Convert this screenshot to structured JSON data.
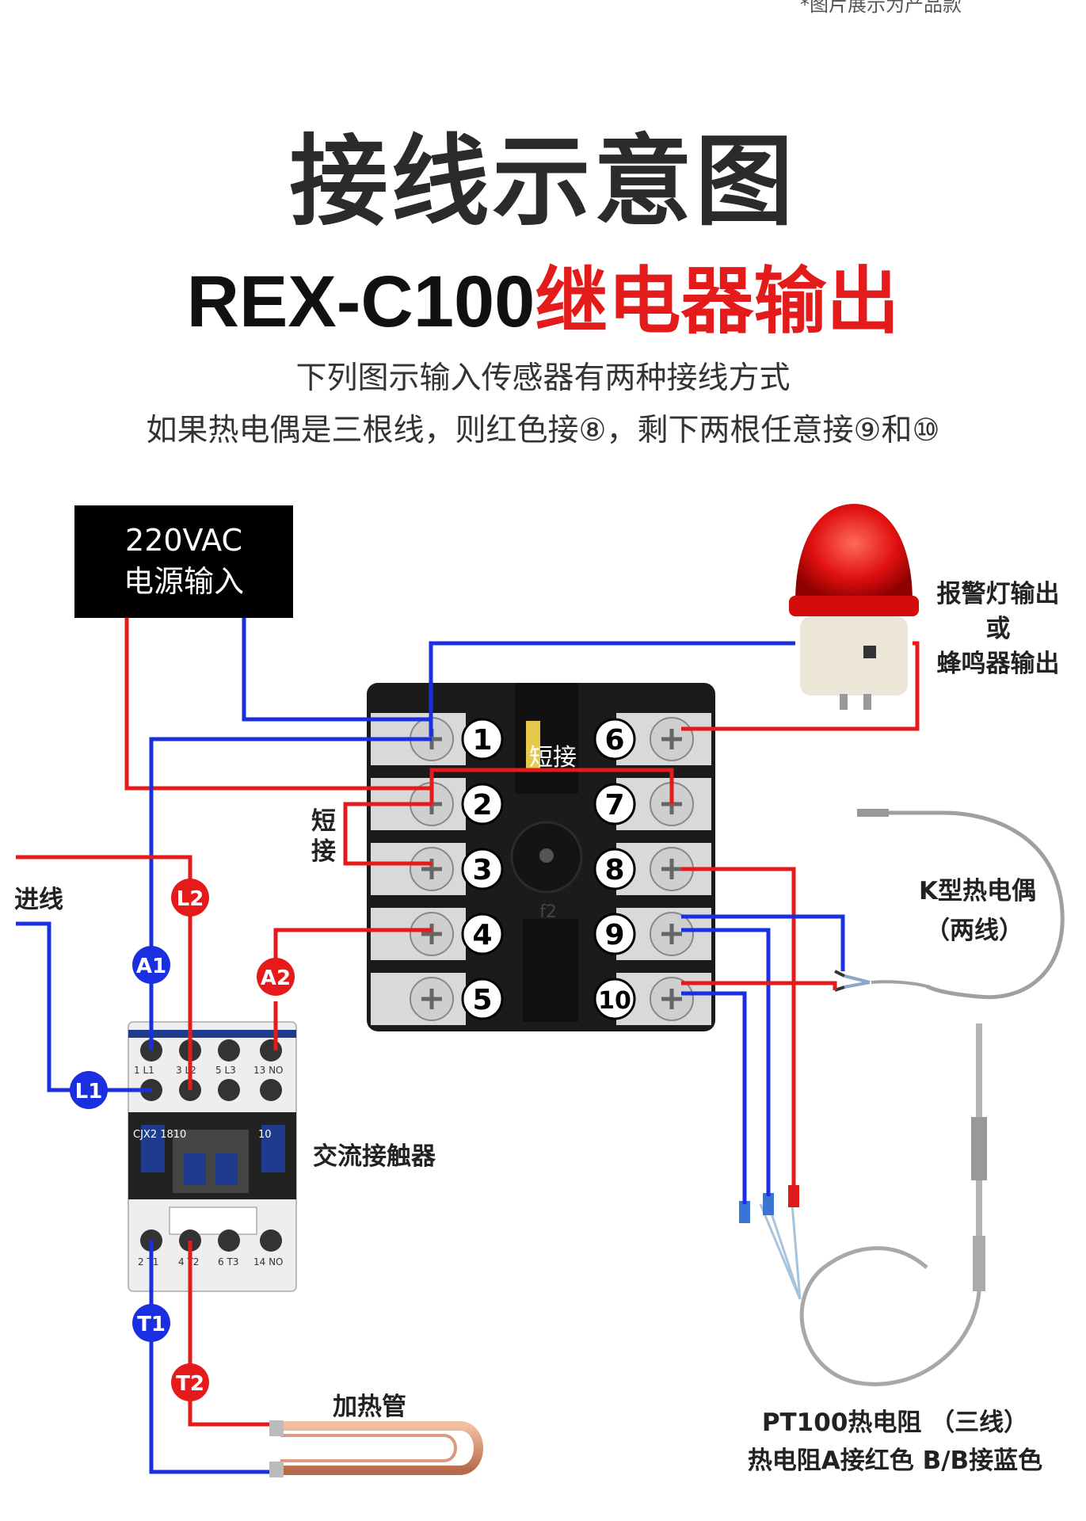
{
  "top_note": "*图片展示为产品款",
  "title": "接线示意图",
  "subtitle": {
    "model": "REX-C100",
    "output": "继电器输出"
  },
  "description": {
    "line1": "下列图示输入传感器有两种接线方式",
    "line2": "如果热电偶是三根线，则红色接⑧，剩下两根任意接⑨和⑩"
  },
  "power": {
    "line1": "220VAC",
    "line2": "电源输入"
  },
  "alarm": {
    "line1": "报警灯输出",
    "line2": "或",
    "line3": "蜂鸣器输出"
  },
  "terminals": {
    "left": [
      "1",
      "2",
      "3",
      "4",
      "5"
    ],
    "right": [
      "6",
      "7",
      "8",
      "9",
      "10"
    ]
  },
  "short_label_top": "短接",
  "short_label_side": [
    "短",
    "接"
  ],
  "contactor_label": "交流接触器",
  "inlet_label": "进线",
  "heater_label": "加热管",
  "node_labels": [
    "L2",
    "A1",
    "A2",
    "L1",
    "T1",
    "T2"
  ],
  "contactor_terminals": {
    "top": [
      "1 L1",
      "3 L2",
      "5 L3",
      "13 NO"
    ],
    "bottom": [
      "2 T1",
      "4 T2",
      "6 T3",
      "14 NO"
    ],
    "model": "CJX2 1810",
    "side_num": "10"
  },
  "thermocouple": {
    "line1": "K型热电偶",
    "line2": "（两线）"
  },
  "pt100": {
    "line1": "PT100热电阻 （三线）",
    "line2": "热电阻A接红色  B/B接蓝色"
  },
  "colors": {
    "red_wire": "#e51b1b",
    "blue_wire": "#1a2fe0",
    "title_red": "#e31b1b"
  }
}
